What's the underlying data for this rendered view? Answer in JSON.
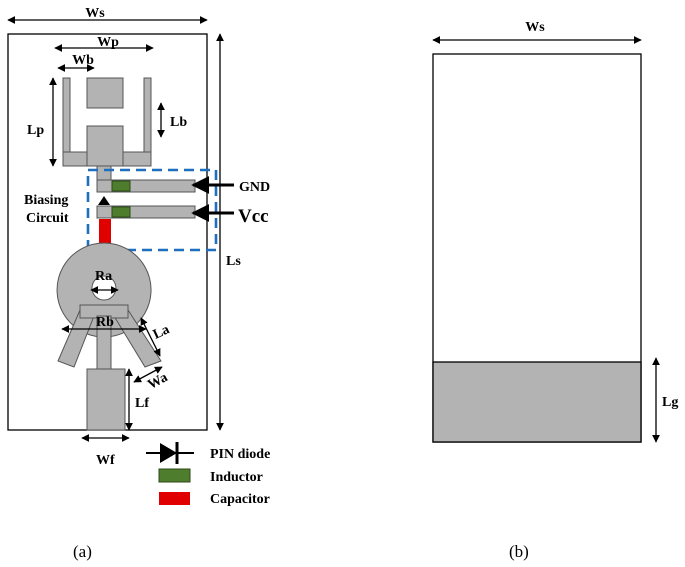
{
  "figure_a": {
    "labels": {
      "ws": "Ws",
      "wp": "Wp",
      "wb": "Wb",
      "lp": "Lp",
      "lb": "Lb",
      "gnd": "GND",
      "vcc": "Vcc",
      "biasing_line1": "Biasing",
      "biasing_line2": "Circuit",
      "ls": "Ls",
      "ra": "Ra",
      "rb": "Rb",
      "la": "La",
      "wa": "Wa",
      "lf": "Lf",
      "wf": "Wf"
    },
    "legend": {
      "pin_diode": "PIN diode",
      "inductor": "Inductor",
      "capacitor": "Capacitor"
    },
    "caption": "(a)"
  },
  "figure_b": {
    "labels": {
      "ws": "Ws",
      "lg": "Lg"
    },
    "caption": "(b)"
  },
  "colors": {
    "metal": "#b3b3b3",
    "inductor": "#4e7d2e",
    "capacitor": "#e00000",
    "bias_box": "#1f6fbf"
  }
}
